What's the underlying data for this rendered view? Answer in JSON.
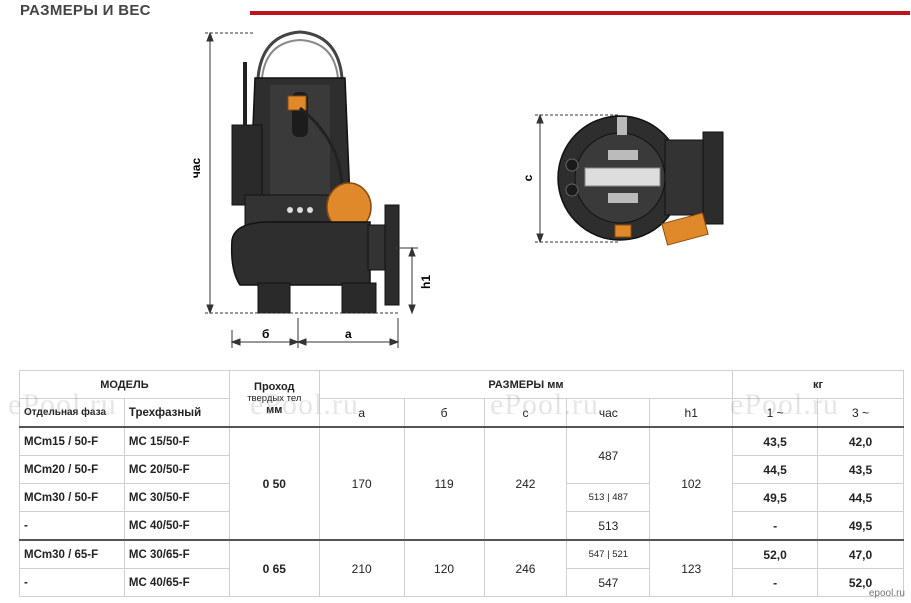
{
  "header": {
    "title": "РАЗМЕРЫ И ВЕС",
    "accent_color": "#c0121b"
  },
  "drawing_labels": {
    "height": "час",
    "h1": "h1",
    "b": "б",
    "a": "а",
    "c": "с"
  },
  "table": {
    "col_headers": {
      "model": "МОДЕЛЬ",
      "single_phase": "Отдельная фаза",
      "three_phase": "Трехфазный",
      "passage": "Проход",
      "passage_sub": "твердых тел",
      "passage_unit": "мм",
      "dims": "РАЗМЕРЫ мм",
      "a": "а",
      "b": "б",
      "c": "с",
      "h": "час",
      "h1": "h1",
      "weight": "кг",
      "w1": "1 ~",
      "w3": "3 ~"
    },
    "rows": [
      {
        "single": "MCm15 / 50-F",
        "three": "MC 15/50-F",
        "w1": "43,5",
        "w3": "42,0"
      },
      {
        "single": "MCm20 / 50-F",
        "three": "MC 20/50-F",
        "w1": "44,5",
        "w3": "43,5"
      },
      {
        "single": "MCm30 / 50-F",
        "three": "MC 30/50-F",
        "w1": "49,5",
        "w3": "44,5"
      },
      {
        "single": "-",
        "three": "MC 40/50-F",
        "w1": "-",
        "w3": "49,5"
      },
      {
        "single": "MCm30 / 65-F",
        "three": "MC 30/65-F",
        "w1": "52,0",
        "w3": "47,0"
      },
      {
        "single": "-",
        "three": "MC 40/65-F",
        "w1": "-",
        "w3": "52,0"
      }
    ],
    "group1": {
      "passage": "0 50",
      "a": "170",
      "b": "119",
      "c": "242",
      "h_top": "487",
      "h_mid": "513 | 487",
      "h_bot": "513",
      "h1": "102"
    },
    "group2": {
      "passage": "0 65",
      "a": "210",
      "b": "120",
      "c": "246",
      "h_top": "547 | 521",
      "h_bot": "547",
      "h1": "123"
    }
  },
  "watermarks": [
    "ePool.ru",
    "ePool.ru",
    "ePool.ru",
    "ePool.ru"
  ],
  "site_logo": "epool.ru"
}
